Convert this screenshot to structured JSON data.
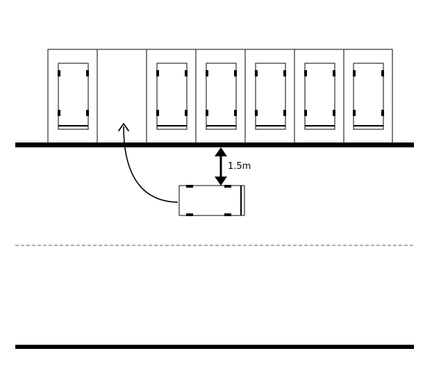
{
  "diagram": {
    "distance_label": "1.5m",
    "bays_total": 7,
    "occupied_bays": [
      1,
      3,
      4,
      5,
      6,
      7
    ],
    "empty_bay": 2,
    "colors": {
      "line": "#000000",
      "background": "#ffffff",
      "lane_divider": "#555555"
    }
  }
}
